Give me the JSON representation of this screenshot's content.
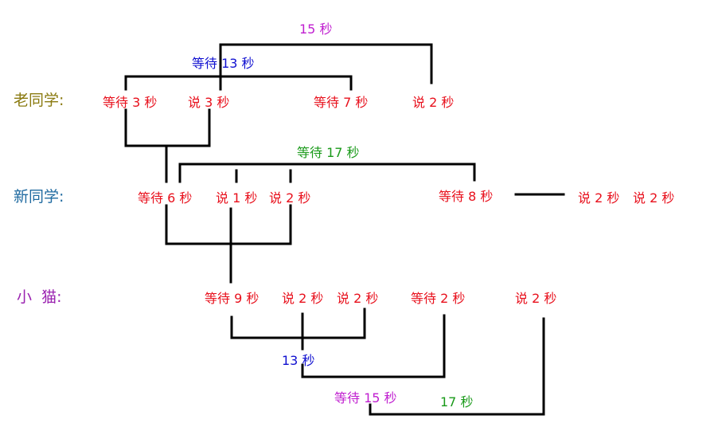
{
  "colors": {
    "event": "#e8101c",
    "line": "#000000",
    "old_student": "#8a7a10",
    "new_student": "#1f6aa0",
    "kitten": "#9a22b0",
    "blue_note": "#1010d0",
    "green_note": "#1a9a1a",
    "purple_note": "#c020d0"
  },
  "rows": {
    "old_student": "老同学:",
    "new_student": "新同学:",
    "kitten": "小  猫:"
  },
  "old_student_events": {
    "wait_3": "等待 3 秒",
    "say_3": "说 3 秒",
    "wait_7": "等待 7 秒",
    "say_2": "说 2 秒"
  },
  "new_student_events": {
    "wait_6": "等待 6 秒",
    "say_1": "说 1 秒",
    "say_2": "说 2 秒",
    "wait_8": "等待 8 秒",
    "say_2_a": "说 2 秒",
    "say_2_b": "说 2 秒"
  },
  "kitten_events": {
    "wait_9": "等待 9 秒",
    "say_2_a": "说 2 秒",
    "say_2_b": "说 2 秒",
    "wait_2": "等待 2 秒",
    "say_2_c": "说 2 秒"
  },
  "annotations": {
    "total_15": "15 秒",
    "wait_13": "等待 13 秒",
    "wait_17": "等待 17 秒",
    "total_13": "13 秒",
    "wait_15": "等待 15 秒",
    "total_17": "17 秒"
  }
}
